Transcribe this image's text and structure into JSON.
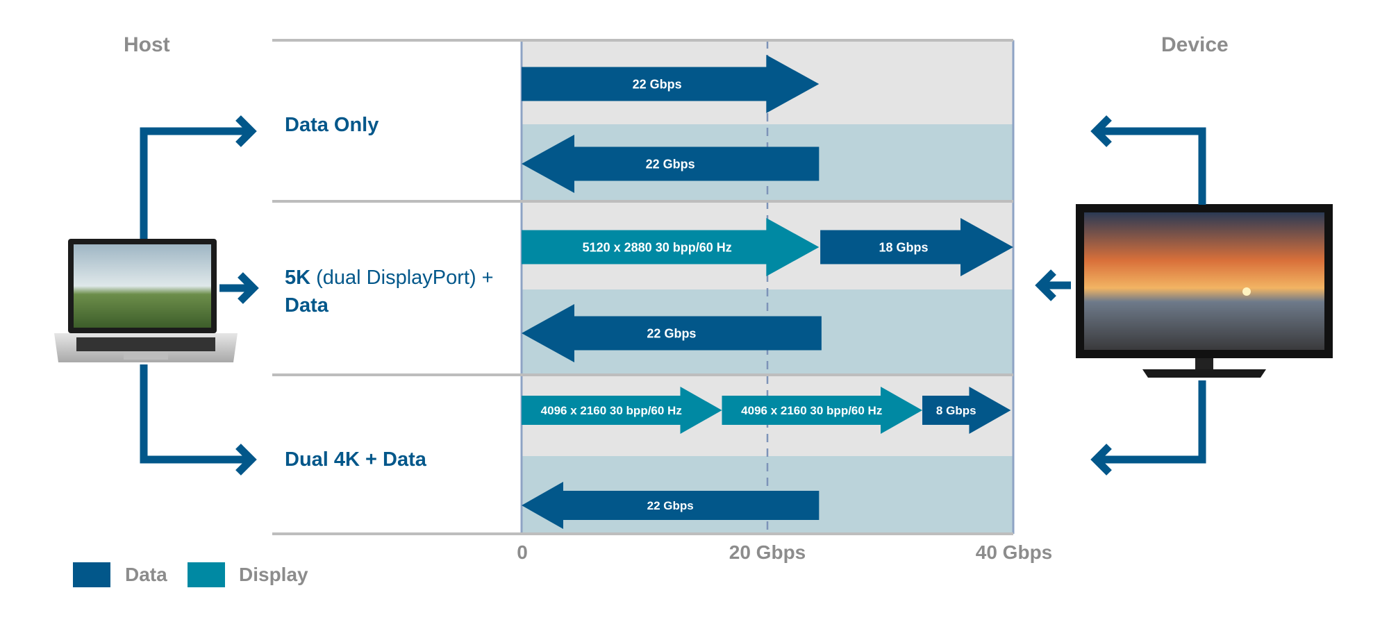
{
  "host_title": "Host",
  "device_title": "Device",
  "colors": {
    "data": "#02578a",
    "display": "#0089a3",
    "band_out": "#e4e4e4",
    "band_in": "#bbd3da"
  },
  "rows": [
    {
      "label_bold": "Data Only",
      "label_rest": "",
      "label_line2": ""
    },
    {
      "label_bold": "5K",
      "label_rest": " (dual DisplayPort) +",
      "label_line2": "Data"
    },
    {
      "label_bold": "Dual 4K + Data",
      "label_rest": "",
      "label_line2": ""
    }
  ],
  "chart_data": {
    "type": "bar",
    "title": "",
    "xlabel": "",
    "ylabel": "",
    "xlim": [
      0,
      40
    ],
    "x_ticks": [
      "0",
      "20 Gbps",
      "40 Gbps"
    ],
    "x_tick_values": [
      0,
      20,
      40
    ],
    "rows": [
      {
        "name": "Data Only",
        "outbound": [
          {
            "label": "22 Gbps",
            "type": "data",
            "from": 0,
            "to": 24.2
          }
        ],
        "inbound": [
          {
            "label": "22 Gbps",
            "type": "data",
            "from": 0,
            "to": 24.2
          }
        ]
      },
      {
        "name": "5K (dual DisplayPort) + Data",
        "outbound": [
          {
            "label": "5120 x 2880 30 bpp/60 Hz",
            "type": "display",
            "from": 0,
            "to": 24.2
          },
          {
            "label": "18 Gbps",
            "type": "data",
            "from": 24.3,
            "to": 40
          }
        ],
        "inbound": [
          {
            "label": "22 Gbps",
            "type": "data",
            "from": 0,
            "to": 24.4
          }
        ]
      },
      {
        "name": "Dual 4K + Data",
        "outbound": [
          {
            "label": "4096 x 2160 30 bpp/60 Hz",
            "type": "display",
            "from": 0,
            "to": 16.3
          },
          {
            "label": "4096 x 2160 30 bpp/60 Hz",
            "type": "display",
            "from": 16.3,
            "to": 32.6
          },
          {
            "label": "8 Gbps",
            "type": "data",
            "from": 32.6,
            "to": 39.8
          }
        ],
        "inbound": [
          {
            "label": "22 Gbps",
            "type": "data",
            "from": 0,
            "to": 24.2
          }
        ]
      }
    ],
    "legend": [
      {
        "name": "Data",
        "color": "#02578a"
      },
      {
        "name": "Display",
        "color": "#0089a3"
      }
    ],
    "legend_position": "bottom-left"
  }
}
